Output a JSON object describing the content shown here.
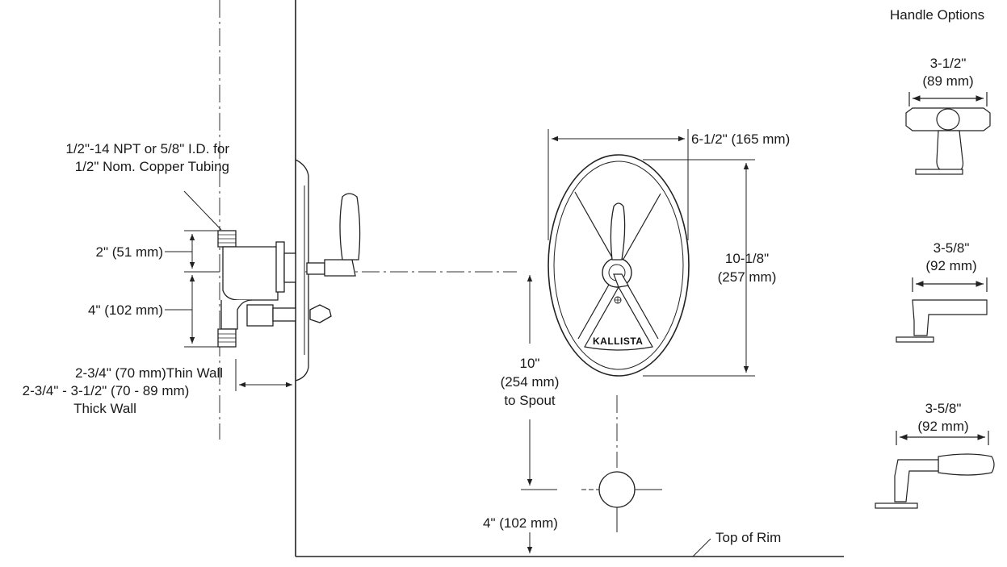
{
  "handle_options": {
    "title": "Handle Options",
    "cross": {
      "imperial": "3-1/2\"",
      "metric": "(89 mm)"
    },
    "lever": {
      "imperial": "3-5/8\"",
      "metric": "(92 mm)"
    },
    "lever_grip": {
      "imperial": "3-5/8\"",
      "metric": "(92 mm)"
    }
  },
  "side_view": {
    "inlet_line1": "1/2\"-14 NPT or 5/8\" I.D. for",
    "inlet_line2": "1/2\" Nom. Copper Tubing",
    "dim_2in": "2\" (51 mm)",
    "dim_4in": "4\" (102 mm)",
    "wall_line1": "2-3/4\" (70 mm)Thin Wall",
    "wall_line2": "2-3/4\" - 3-1/2\" (70 - 89 mm)",
    "wall_line3": "Thick Wall"
  },
  "front_view": {
    "brand": "KALLISTA",
    "width": "6-1/2\" (165 mm)",
    "height_imperial": "10-1/8\"",
    "height_metric": "(257 mm)",
    "spout_line1": "10\"",
    "spout_line2": "(254 mm)",
    "spout_line3": "to Spout",
    "rim_offset": "4\" (102 mm)",
    "rim_label": "Top of Rim"
  }
}
